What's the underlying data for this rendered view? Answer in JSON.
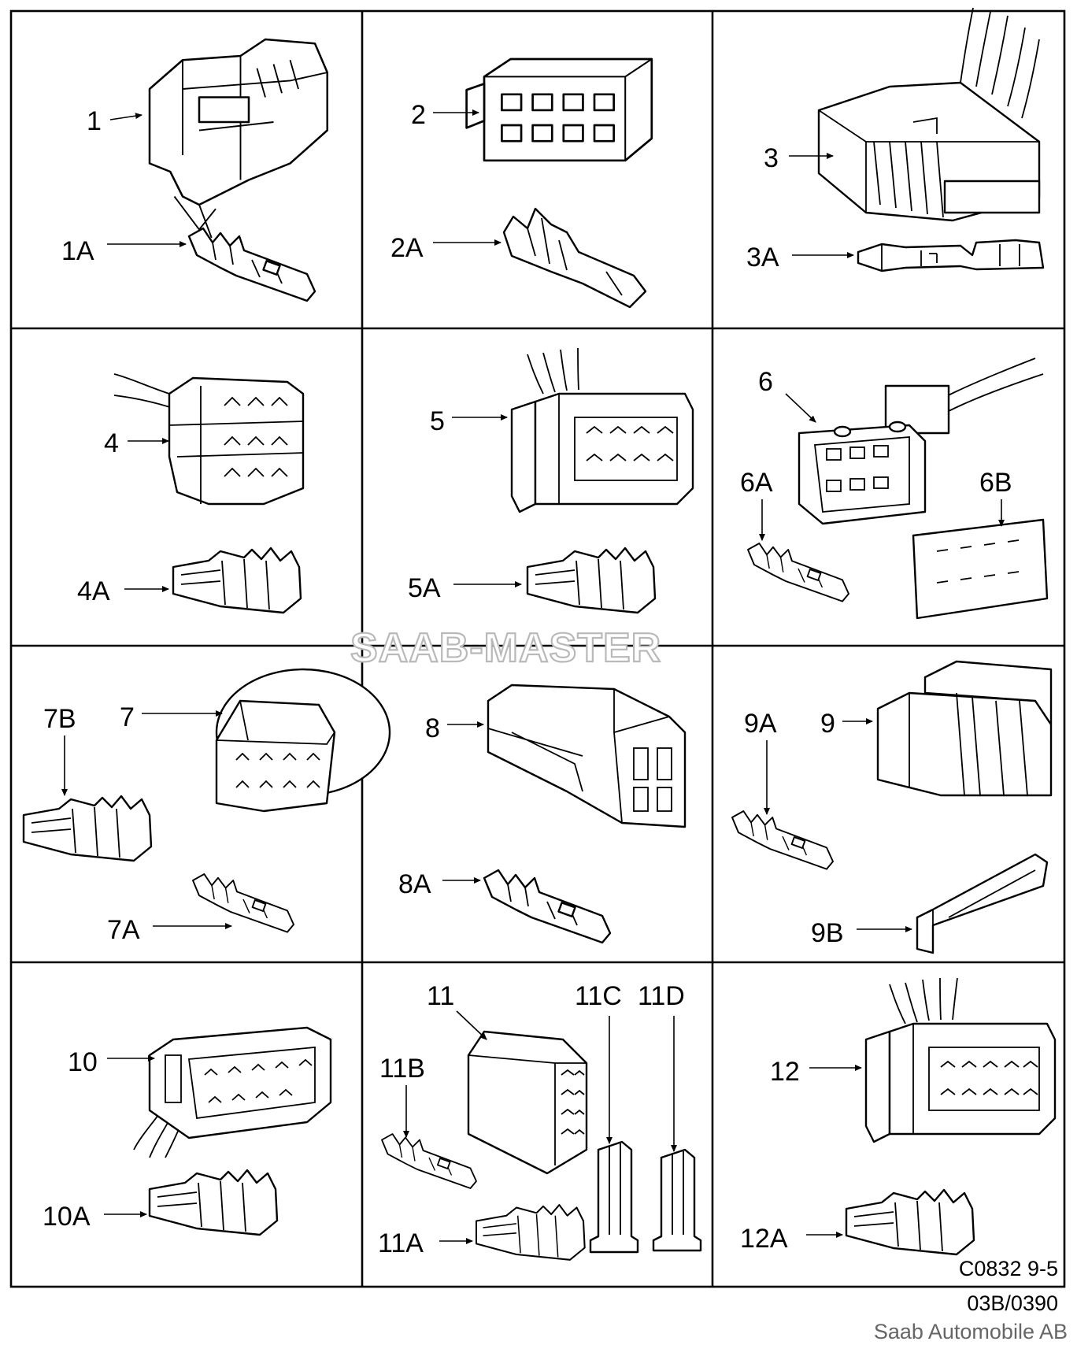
{
  "watermark": "SAAB-MASTER",
  "footer": {
    "illustration_code": "C0832 9-5",
    "revision": "03B/0390",
    "manufacturer": "Saab Automobile AB"
  },
  "labels": {
    "p1": "1",
    "p1A": "1A",
    "p2": "2",
    "p2A": "2A",
    "p3": "3",
    "p3A": "3A",
    "p4": "4",
    "p4A": "4A",
    "p5": "5",
    "p5A": "5A",
    "p6": "6",
    "p6A": "6A",
    "p6B": "6B",
    "p7": "7",
    "p7A": "7A",
    "p7B": "7B",
    "p8": "8",
    "p8A": "8A",
    "p9": "9",
    "p9A": "9A",
    "p9B": "9B",
    "p10": "10",
    "p10A": "10A",
    "p11": "11",
    "p11A": "11A",
    "p11B": "11B",
    "p11C": "11C",
    "p11D": "11D",
    "p12": "12",
    "p12A": "12A"
  }
}
